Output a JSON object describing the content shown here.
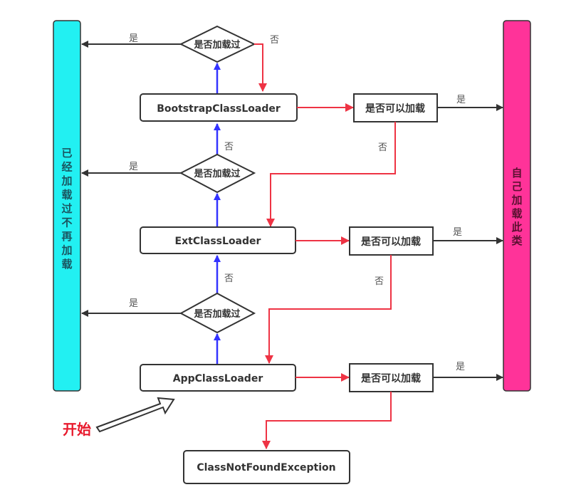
{
  "colors": {
    "left_bar": "#22f0f2",
    "right_bar": "#ff3399",
    "node_border": "#333333",
    "delegate_arrow": "#3333ff",
    "fail_arrow": "#ee3344",
    "yes_arrow": "#333333",
    "start_label": "#e8192c"
  },
  "side_bars": {
    "left": {
      "label_chars": [
        "已",
        "经",
        "加",
        "载",
        "过",
        "不",
        "再",
        "加",
        "载"
      ],
      "text_color": "#1a5560"
    },
    "right": {
      "label_chars": [
        "自",
        "己",
        "加",
        "载",
        "此",
        "类"
      ],
      "text_color": "#5a1030"
    }
  },
  "loaders": [
    {
      "id": "bootstrap",
      "label": "BootstrapClassLoader"
    },
    {
      "id": "ext",
      "label": "ExtClassLoader"
    },
    {
      "id": "app",
      "label": "AppClassLoader"
    }
  ],
  "decisions": {
    "loaded_check": "是否加载过",
    "can_load_check": "是否可以加载"
  },
  "edge_labels": {
    "yes": "是",
    "no": "否"
  },
  "terminal": {
    "label": "ClassNotFoundException"
  },
  "start": {
    "label": "开始"
  }
}
